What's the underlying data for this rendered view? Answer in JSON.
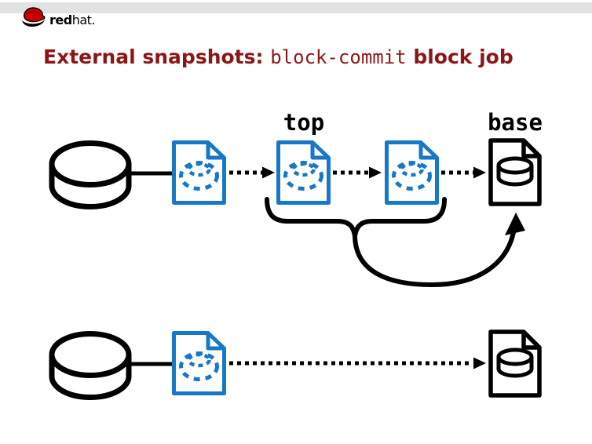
{
  "brand": {
    "bold": "red",
    "light": "hat."
  },
  "title": {
    "part1": "External snapshots: ",
    "part2": "block-commit",
    "part3": " block job"
  },
  "diagram": {
    "top_label": "top",
    "base_label": "base",
    "rows": [
      {
        "name": "before-commit",
        "elements": [
          "disk-cylinder",
          "overlay-file",
          "overlay-file-top",
          "overlay-file",
          "base-image-file"
        ],
        "note": "disk connects to overlay chain; dotted arrows point toward base; brace groups two overlays; curved commit arrow points into base"
      },
      {
        "name": "after-commit",
        "elements": [
          "disk-cylinder",
          "overlay-file",
          "base-image-file"
        ],
        "note": "single overlay points directly to base after commit"
      }
    ]
  },
  "icons": {
    "logo": "redhat-fedora-icon",
    "disk": "disk-cylinder-icon",
    "overlay_file": "snapshot-overlay-file-icon",
    "base_file": "base-image-file-icon",
    "arrow": "dotted-flow-arrow",
    "brace": "group-brace",
    "commit_arrow": "commit-curved-arrow"
  },
  "colors": {
    "accent_blue": "#1878c8",
    "title_red": "#8b1616",
    "header_gray": "#e2e2e2",
    "ink": "#000000",
    "logo_red": "#cc0000"
  }
}
